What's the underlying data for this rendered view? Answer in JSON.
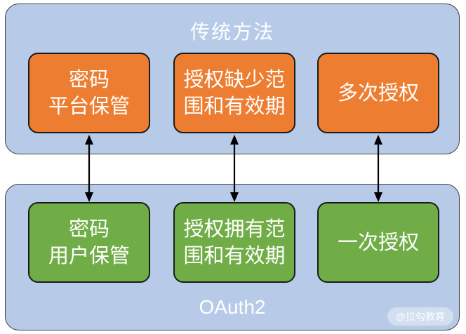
{
  "colors": {
    "container_bg": "#b7cbe8",
    "container_border": "#3f3f3f",
    "orange_box_bg": "#ED7D31",
    "green_box_bg": "#70AD47",
    "box_border": "#1b1b1b",
    "text_white": "#ffffff",
    "arrow": "#000000"
  },
  "top_section": {
    "title": "传统方法",
    "boxes": [
      {
        "lines": [
          "密码",
          "平台保管"
        ]
      },
      {
        "lines": [
          "授权缺少范",
          "围和有效期"
        ]
      },
      {
        "lines": [
          "多次授权"
        ]
      }
    ]
  },
  "bottom_section": {
    "title": "OAuth2",
    "boxes": [
      {
        "lines": [
          "密码",
          "用户保管"
        ]
      },
      {
        "lines": [
          "授权拥有范",
          "围和有效期"
        ]
      },
      {
        "lines": [
          "一次授权"
        ]
      }
    ]
  },
  "connections": [
    {
      "from": "密码 平台保管",
      "to": "密码 用户保管",
      "bidirectional": true
    },
    {
      "from": "授权缺少范围和有效期",
      "to": "授权拥有范围和有效期",
      "bidirectional": true
    },
    {
      "from": "多次授权",
      "to": "一次授权",
      "bidirectional": true
    }
  ],
  "watermark": "@拉勾教育"
}
